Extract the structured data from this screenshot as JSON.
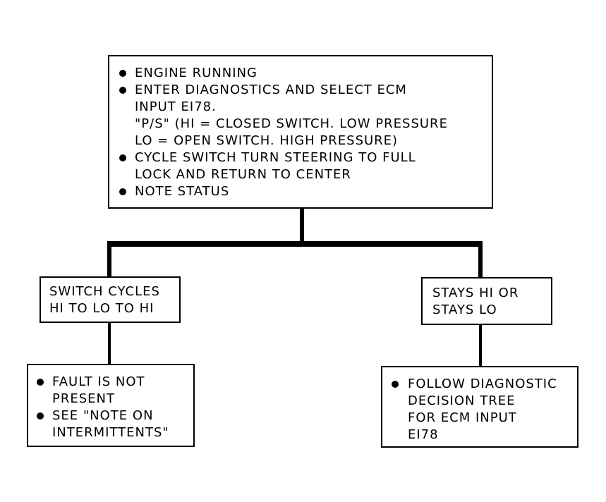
{
  "top_box": {
    "b1": "ENGINE RUNNING",
    "b2_l1": "ENTER DIAGNOSTICS AND SELECT ECM",
    "b2_l2": "INPUT EI78.",
    "b2_l3": "\"P/S\" (HI = CLOSED SWITCH. LOW PRESSURE",
    "b2_l4": "LO = OPEN SWITCH. HIGH PRESSURE)",
    "b3_l1": "CYCLE SWITCH TURN STEERING TO FULL",
    "b3_l2": "LOCK AND RETURN TO CENTER",
    "b4": "NOTE STATUS"
  },
  "left_branch": {
    "condition_l1": "SWITCH CYCLES",
    "condition_l2": "HI TO LO TO HI",
    "result_b1_l1": "FAULT IS NOT",
    "result_b1_l2": "PRESENT",
    "result_b2_l1": "SEE \"NOTE ON",
    "result_b2_l2": "INTERMITTENTS\""
  },
  "right_branch": {
    "condition_l1": "STAYS HI OR",
    "condition_l2": "STAYS LO",
    "result_b1_l1": "FOLLOW DIAGNOSTIC",
    "result_b1_l2": "DECISION TREE",
    "result_b1_l3": "FOR ECM INPUT",
    "result_b1_l4": "EI78"
  }
}
